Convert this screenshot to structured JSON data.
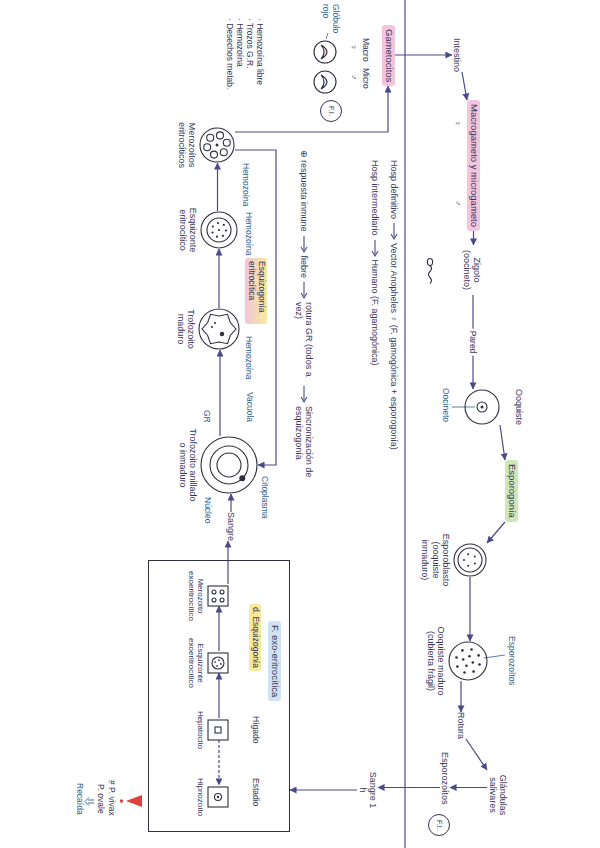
{
  "diagram": {
    "nodes": [
      {
        "text": [
          "Intestino"
        ]
      },
      {
        "text": [
          "Macrogameto y microgameto"
        ]
      },
      {
        "text": [
          "Zigoto (oocineto)"
        ]
      },
      {
        "text": [
          "Ooquiste"
        ]
      },
      {
        "text": [
          "Esporogonía"
        ]
      },
      {
        "text": [
          "Esporoblasto",
          "(ooquiste inmaduro)"
        ]
      },
      {
        "text": [
          "Ooquiste maduro (cubierta frágil)"
        ]
      },
      {
        "text": [
          "Rotura"
        ]
      },
      {
        "text": [
          "Glándulas salivares"
        ]
      },
      {
        "text": [
          "Esporozoítos"
        ]
      },
      {
        "text": [
          "F.I."
        ]
      },
      {
        "text": [
          "Sangre 1 h"
        ]
      },
      {
        "text": [
          "F. exo-eritrocítica"
        ]
      },
      {
        "text": [
          "Merozoito exoeritrocítico"
        ],
        "in": 12
      },
      {
        "text": [
          "Esquizonte exoeritrocítico"
        ],
        "in": 12
      },
      {
        "text": [
          "Hepatocito"
        ],
        "in": 12
      },
      {
        "text": [
          "Hipnozoíto"
        ],
        "in": 12
      },
      {
        "text": [
          "Gametocitos"
        ]
      },
      {
        "text": [
          "F.I."
        ]
      },
      {
        "text": [
          "Merozoítos eritrocíticos"
        ]
      },
      {
        "text": [
          "Esquizonte eritrocítico"
        ]
      },
      {
        "text": [
          "Trofozoito maduro"
        ]
      },
      {
        "text": [
          "Trofozoito anillado o inmaduro"
        ]
      },
      {
        "text": [
          "Sangre"
        ]
      }
    ],
    "edges": [
      {
        "from": 17,
        "to": 0,
        "arrow": "to"
      },
      {
        "from": 0,
        "to": 1,
        "arrow": "to"
      },
      {
        "from": 1,
        "to": 2,
        "arrow": "to"
      },
      {
        "from": 2,
        "to": 3,
        "label": "Pared",
        "arrow": "to"
      },
      {
        "from": 3,
        "to": 4,
        "arrow": "to"
      },
      {
        "from": 4,
        "to": 5,
        "arrow": "to"
      },
      {
        "from": 5,
        "to": 6,
        "arrow": "to"
      },
      {
        "from": 6,
        "to": 7,
        "arrow": "to"
      },
      {
        "from": 7,
        "to": 8,
        "arrow": "to"
      },
      {
        "from": 8,
        "to": 9,
        "arrow": "to"
      },
      {
        "from": 9,
        "to": 11,
        "arrow": "to"
      },
      {
        "from": 11,
        "to": 12,
        "arrow": "to"
      },
      {
        "from": 15,
        "to": 14,
        "arrow": "to"
      },
      {
        "from": 14,
        "to": 13,
        "arrow": "to"
      },
      {
        "from": 15,
        "to": 16,
        "arrow": "to"
      },
      {
        "from": 13,
        "to": 23,
        "arrow": "to"
      },
      {
        "from": 23,
        "to": 22,
        "arrow": "to"
      },
      {
        "from": 22,
        "to": 21,
        "arrow": "to"
      },
      {
        "from": 21,
        "to": 20,
        "arrow": "to"
      },
      {
        "from": 20,
        "to": 19,
        "arrow": "to"
      },
      {
        "from": 19,
        "to": 22,
        "arrow": "to"
      },
      {
        "from": 19,
        "to": 17,
        "arrow": "to"
      }
    ],
    "labels": [
      "♀",
      "♂",
      "Oocineto",
      "Esporozoítos",
      "Glóbulo rojo",
      "Macro",
      "♀",
      "Micro",
      "♂",
      "· Hemozoína libre",
      "· Trozos G.R.",
      "· Hemozoína",
      "· Desechos metab.",
      "Hemozoína",
      "Hemozoína",
      "Esquizogonía eritrocítica",
      "Hemozoína",
      "Citoplasma",
      "Vacuola",
      "GR",
      "Núcleo",
      "⊕ respuesta inmune",
      "fiebre",
      "rotura GR (todos a vez)",
      "Sincronización de esquizogonía",
      "Hosp definitivo",
      "Vector Anopheles ♀ (F. gamogónica + esporogonía)",
      "Hosp intermediario",
      "Humano (F. agamogónica)",
      "d. Esquizogonía",
      "Hígado",
      "Estadio",
      "# P. vivax",
      "P. ovale",
      "Recaída"
    ]
  }
}
